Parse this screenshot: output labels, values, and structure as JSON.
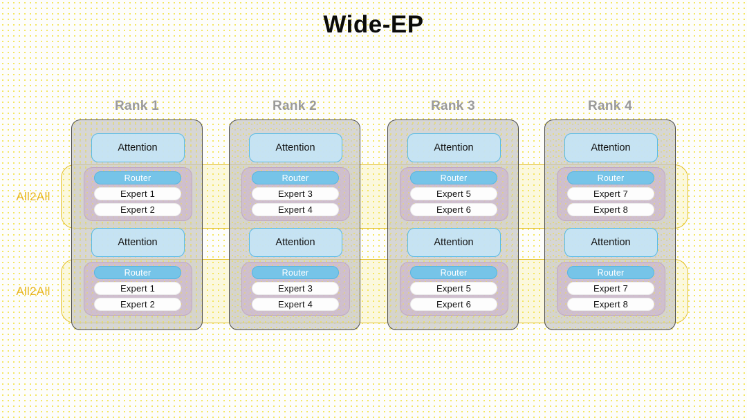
{
  "title": "Wide-EP",
  "colors": {
    "background": "#fdfdfb",
    "dot": "#f2e03a",
    "rank_border": "#4a4a4a",
    "rank_fill": "#c6c6c6",
    "attention_border": "#55bbe8",
    "attention_fill": "#c4e4f5",
    "router_fill": "#76c4e8",
    "router_text": "#ffffff",
    "expert_fill": "#fdfdfd",
    "expert_group_fill": "#cdb8d0",
    "expert_group_border": "#c0a8c6",
    "a2a_border": "#e3c02a",
    "a2a_text": "#e8b51f",
    "rank_label_text": "#9a9a9a"
  },
  "all2all_bands": [
    {
      "label": "All2All"
    },
    {
      "label": "All2All"
    }
  ],
  "ranks": [
    {
      "label": "Rank 1",
      "layers": [
        {
          "attention": "Attention",
          "router": "Router",
          "experts": [
            "Expert 1",
            "Expert 2"
          ]
        },
        {
          "attention": "Attention",
          "router": "Router",
          "experts": [
            "Expert 1",
            "Expert 2"
          ]
        }
      ]
    },
    {
      "label": "Rank 2",
      "layers": [
        {
          "attention": "Attention",
          "router": "Router",
          "experts": [
            "Expert 3",
            "Expert 4"
          ]
        },
        {
          "attention": "Attention",
          "router": "Router",
          "experts": [
            "Expert 3",
            "Expert 4"
          ]
        }
      ]
    },
    {
      "label": "Rank 3",
      "layers": [
        {
          "attention": "Attention",
          "router": "Router",
          "experts": [
            "Expert 5",
            "Expert 6"
          ]
        },
        {
          "attention": "Attention",
          "router": "Router",
          "experts": [
            "Expert 5",
            "Expert 6"
          ]
        }
      ]
    },
    {
      "label": "Rank 4",
      "layers": [
        {
          "attention": "Attention",
          "router": "Router",
          "experts": [
            "Expert 7",
            "Expert 8"
          ]
        },
        {
          "attention": "Attention",
          "router": "Router",
          "experts": [
            "Expert 7",
            "Expert 8"
          ]
        }
      ]
    }
  ]
}
